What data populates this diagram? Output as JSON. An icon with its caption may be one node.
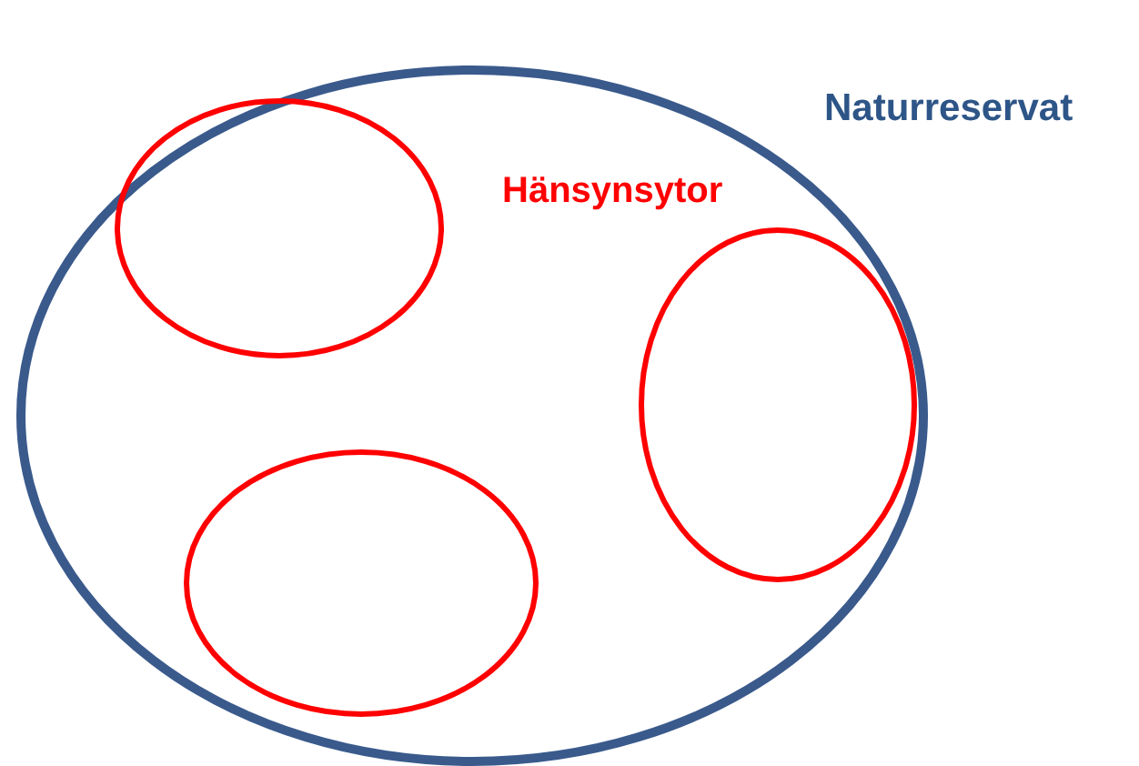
{
  "diagram": {
    "nodes": [
      {
        "text": [
          "Naturreservat"
        ]
      },
      {
        "text": [],
        "shape": "ellipse",
        "in": 0
      },
      {
        "text": [],
        "shape": "ellipse",
        "in": 0
      },
      {
        "text": [],
        "shape": "ellipse",
        "in": 0
      }
    ],
    "labels": [
      "Hänsynsytor"
    ]
  }
}
